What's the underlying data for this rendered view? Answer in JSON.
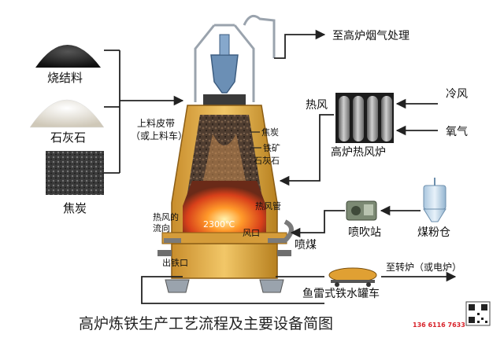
{
  "labels": {
    "sinter": "烧结料",
    "limestone": "石灰石",
    "coke": "焦炭",
    "belt_line1": "上料皮带",
    "belt_line2": "（或上料车）",
    "flue_gas": "至高炉烟气处理",
    "hot_air": "热风",
    "cold_air": "冷风",
    "oxygen": "氧气",
    "hot_stove": "高炉热风炉",
    "in_coke": "焦炭",
    "in_ore": "铁矿",
    "in_limestone": "石灰石",
    "hot_air_pipe": "热风管",
    "hot_air_flow1": "热风的",
    "hot_air_flow2": "流向",
    "temperature": "2300℃",
    "tuyere": "风口",
    "tap_hole": "出铁口",
    "coal_injection": "喷煤",
    "injection_station": "喷吹站",
    "coal_bin": "煤粉仓",
    "to_converter": "至转炉（或电炉）",
    "torpedo_car": "鱼雷式铁水罐车",
    "title": "高炉炼铁生产工艺流程及主要设备简图",
    "phone": "136 6116 7633"
  },
  "colors": {
    "furnace_gold": "#e6b04a",
    "furnace_gold_dark": "#b07a1e",
    "burden_brown": "#5a4636",
    "flame_orange": "#ff6a1a",
    "stove_gray": "#8c8c8c",
    "charge_blue": "#6b8fb5",
    "phone_red": "#d8222a"
  },
  "icons": [
    "qr-code-icon",
    "coal-injection-machine-icon",
    "coal-hopper-icon"
  ]
}
